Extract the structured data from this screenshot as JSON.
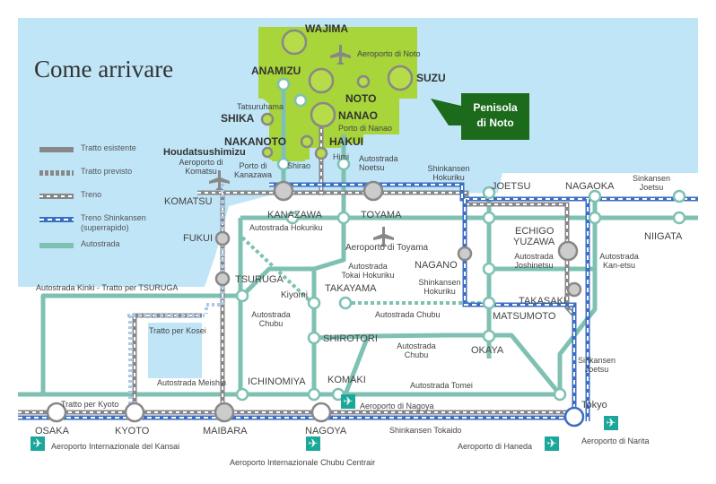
{
  "title": "Come arrivare",
  "legend": [
    {
      "key": "existing",
      "label": "Tratto esistente"
    },
    {
      "key": "planned",
      "label": "Tratto previsto"
    },
    {
      "key": "train",
      "label": "Treno"
    },
    {
      "key": "shinkansen",
      "label": "Treno Shinkansen (superrapido)"
    },
    {
      "key": "highway",
      "label": "Autostrada"
    }
  ],
  "peninsula": {
    "line1": "Penisola",
    "line2": "di Noto"
  },
  "colors": {
    "sea": "#bfe5f7",
    "peninsula": "#a8d53a",
    "highway": "#7ec1b3",
    "shinkansen_blue": "#3b6fc1",
    "train_gray": "#888888",
    "node_fill": "#e8e8e8",
    "airport": "#1ba89a",
    "label_box": "#1c6b1c"
  },
  "cities": {
    "wajima": "WAJIMA",
    "anamizu": "ANAMIZU",
    "suzu": "SUZU",
    "noto": "NOTO",
    "shika": "SHIKA",
    "nanao": "NANAO",
    "nakanoto": "NAKANOTO",
    "hakui": "HAKUI",
    "houdatsushimizu": "Houdatsushimizu",
    "komatsu": "KOMATSU",
    "kanazawa": "KANAZAWA",
    "toyama": "TOYAMA",
    "joetsu": "JOETSU",
    "nagaoka": "NAGAOKA",
    "niigata": "NIIGATA",
    "echigo": "ECHIGO",
    "yuzawa": "YUZAWA",
    "fukui": "FUKUI",
    "nagano": "NAGANO",
    "tsuruga": "TSURUGA",
    "kiyomi": "Kiyomi",
    "takayama": "TAKAYAMA",
    "takasaki": "TAKASAKI",
    "matsumoto": "MATSUMOTO",
    "shirotori": "SHIROTORI",
    "okaya": "OKAYA",
    "ichinomiya": "ICHINOMIYA",
    "komaki": "KOMAKI",
    "osaka": "OSAKA",
    "kyoto": "KYOTO",
    "maibara": "MAIBARA",
    "nagoya": "NAGOYA",
    "tokyo": "Tokyo",
    "tatsuruhama": "Tatsuruhama",
    "shirao": "Shirao",
    "himi": "Himi"
  },
  "labels": {
    "apt_noto": "Aeroporto di Noto",
    "porto_nanao": "Porto di Nanao",
    "apt_komatsu_1": "Aeroporto di",
    "apt_komatsu_2": "Komatsu",
    "porto_kanazawa_1": "Porto di",
    "porto_kanazawa_2": "Kanazawa",
    "aut_noetsu_1": "Autostrada",
    "aut_noetsu_2": "Noetsu",
    "shin_hokuriku_1": "Shinkansen",
    "shin_hokuriku_2": "Hokuriku",
    "shin_joetsu_1": "Sinkansen",
    "shin_joetsu_2": "Joetsu",
    "aut_hokuriku": "Autostrada Hokuriku",
    "apt_toyama": "Aeroporto di Toyama",
    "aut_tokai_1": "Autostrada",
    "aut_tokai_2": "Tokai Hokuriku",
    "aut_joshinetsu_1": "Autostrada",
    "aut_joshinetsu_2": "Joshinetsu",
    "aut_kanetsu_1": "Autostrada",
    "aut_kanetsu_2": "Kan-etsu",
    "shin_hokuriku2_1": "Shinkansen",
    "shin_hokuriku2_2": "Hokuriku",
    "aut_kinki": "Autostrada Kinki - Tratto per TSURUGA",
    "aut_chubu_1": "Autostrada",
    "aut_chubu_2": "Chubu",
    "aut_chubu_h": "Autostrada Chubu",
    "tratto_kosei": "Tratto per Kosei",
    "aut_chubu2_1": "Autostrada",
    "aut_chubu2_2": "Chubu",
    "shin_joetsu2_1": "Sinkansen",
    "shin_joetsu2_2": "Joetsu",
    "aut_meishin": "Autostrada Meishin",
    "aut_tomei": "Autostrada Tomei",
    "tratto_kyoto": "Tratto per Kyoto",
    "apt_nagoya": "Aeroporto di Nagoya",
    "shin_tokaido": "Shinkansen Tokaido",
    "apt_kansai": "Aeroporto Internazionale del Kansai",
    "apt_chubu": "Aeroporto Internazionale Chubu Centrair",
    "apt_haneda": "Aeroporto di Haneda",
    "apt_narita": "Aeroporto di Narita"
  }
}
